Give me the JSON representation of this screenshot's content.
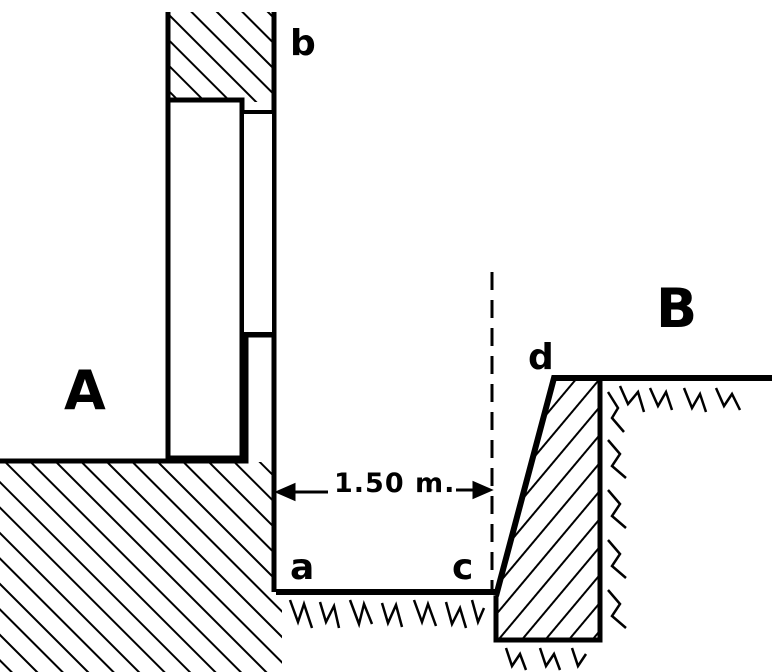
{
  "labels": {
    "A": "A",
    "B": "B",
    "a": "a",
    "b": "b",
    "c": "c",
    "d": "d",
    "dimension": "1.50 m."
  },
  "colors": {
    "ink": "#000000",
    "paper": "#ffffff"
  }
}
